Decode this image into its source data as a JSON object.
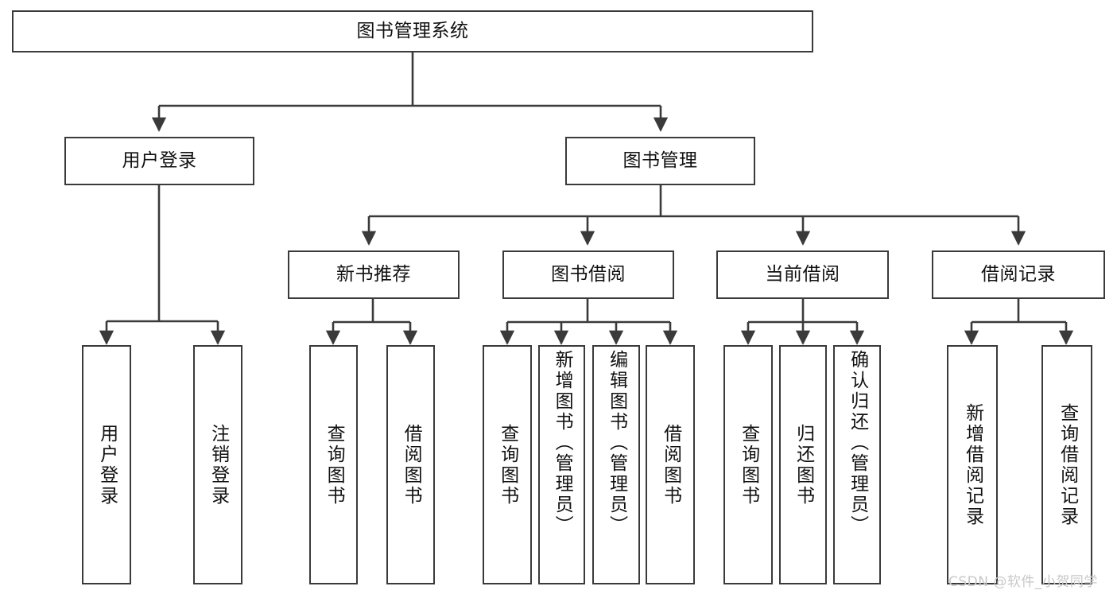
{
  "diagram": {
    "title": "图书管理系统",
    "type": "功能结构图",
    "watermark": "CSDN @软件_小贺同学",
    "style": {
      "box_border_color": "#3a3a3a",
      "box_fill_color": "#ffffff",
      "line_color": "#3a3a3a",
      "text_color": "#111111",
      "background_color": "#ffffff",
      "watermark_color": "#c8c8c8"
    },
    "nodes": {
      "root": {
        "label": "图书管理系统"
      },
      "level1": [
        {
          "id": "user-login",
          "label": "用户登录"
        },
        {
          "id": "book-manage",
          "label": "图书管理"
        }
      ],
      "level2": [
        {
          "id": "new-book-recommend",
          "label": "新书推荐"
        },
        {
          "id": "book-borrow",
          "label": "图书借阅"
        },
        {
          "id": "current-borrow",
          "label": "当前借阅"
        },
        {
          "id": "borrow-record",
          "label": "借阅记录"
        }
      ],
      "leaves": [
        {
          "id": "leaf-user-login",
          "label": "用户登录",
          "parent": "user-login"
        },
        {
          "id": "leaf-logout",
          "label": "注销登录",
          "parent": "user-login"
        },
        {
          "id": "leaf-query-book-1",
          "label": "查询图书",
          "parent": "new-book-recommend"
        },
        {
          "id": "leaf-borrow-book-1",
          "label": "借阅图书",
          "parent": "new-book-recommend"
        },
        {
          "id": "leaf-query-book-2",
          "label": "查询图书",
          "parent": "book-borrow"
        },
        {
          "id": "leaf-add-book",
          "label": "新增图书（管理员）",
          "parent": "book-borrow"
        },
        {
          "id": "leaf-edit-book",
          "label": "编辑图书（管理员）",
          "parent": "book-borrow"
        },
        {
          "id": "leaf-borrow-book-2",
          "label": "借阅图书",
          "parent": "book-borrow"
        },
        {
          "id": "leaf-query-book-3",
          "label": "查询图书",
          "parent": "current-borrow"
        },
        {
          "id": "leaf-return-book",
          "label": "归还图书",
          "parent": "current-borrow"
        },
        {
          "id": "leaf-confirm-return",
          "label": "确认归还（管理员）",
          "parent": "current-borrow"
        },
        {
          "id": "leaf-add-record",
          "label": "新增借阅记录",
          "parent": "borrow-record"
        },
        {
          "id": "leaf-query-record",
          "label": "查询借阅记录",
          "parent": "borrow-record"
        }
      ]
    }
  }
}
